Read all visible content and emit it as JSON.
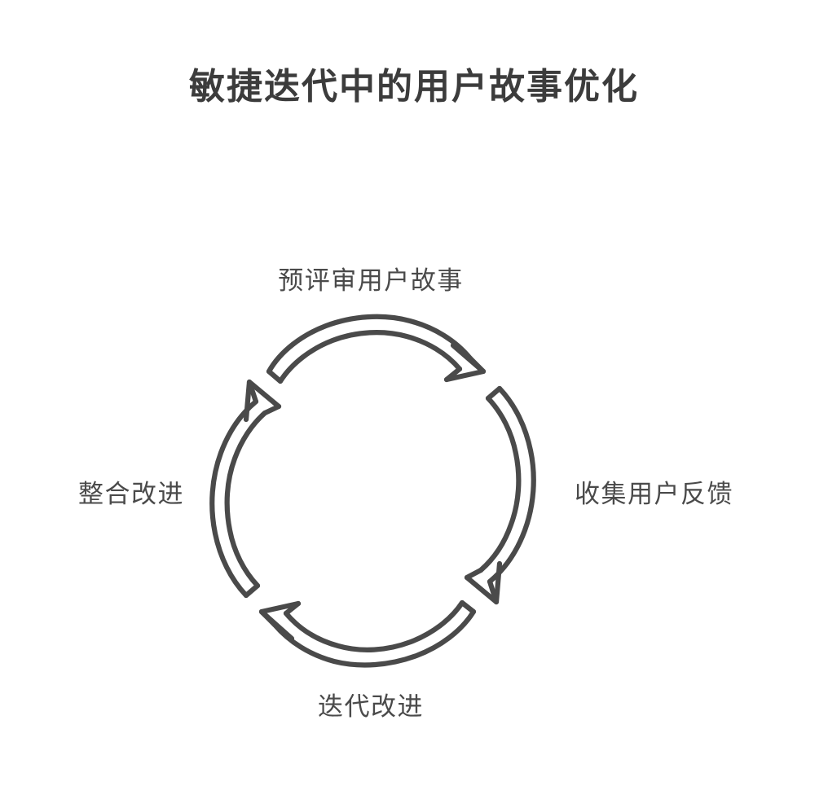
{
  "page": {
    "title": "敏捷迭代中的用户故事优化",
    "background_color": "#ffffff",
    "ink_color": "#4a4a4a",
    "title_color": "#3c3c3c"
  },
  "diagram": {
    "type": "cycle",
    "style": "hand-drawn-sketch",
    "direction": "clockwise",
    "stage_count": 4,
    "stages": [
      {
        "position": "top",
        "label": "预评审用户故事"
      },
      {
        "position": "right",
        "label": "收集用户反馈"
      },
      {
        "position": "bottom",
        "label": "迭代改进"
      },
      {
        "position": "left",
        "label": "整合改进"
      }
    ],
    "arrows": [
      {
        "name": "arrow-top",
        "from": "整合改进",
        "to": "预评审用户故事",
        "direction": "left-to-right"
      },
      {
        "name": "arrow-right",
        "from": "预评审用户故事",
        "to": "收集用户反馈",
        "direction": "top-to-bottom"
      },
      {
        "name": "arrow-bottom",
        "from": "收集用户反馈",
        "to": "迭代改进",
        "direction": "right-to-left"
      },
      {
        "name": "arrow-left",
        "from": "迭代改进",
        "to": "整合改进",
        "direction": "bottom-to-top"
      }
    ]
  },
  "chart_data": {
    "type": "diagram",
    "title": "敏捷迭代中的用户故事优化",
    "categories": [
      "预评审用户故事",
      "收集用户反馈",
      "迭代改进",
      "整合改进"
    ],
    "flow": "预评审用户故事 → 收集用户反馈 → 迭代改进 → 整合改进 → 预评审用户故事"
  }
}
